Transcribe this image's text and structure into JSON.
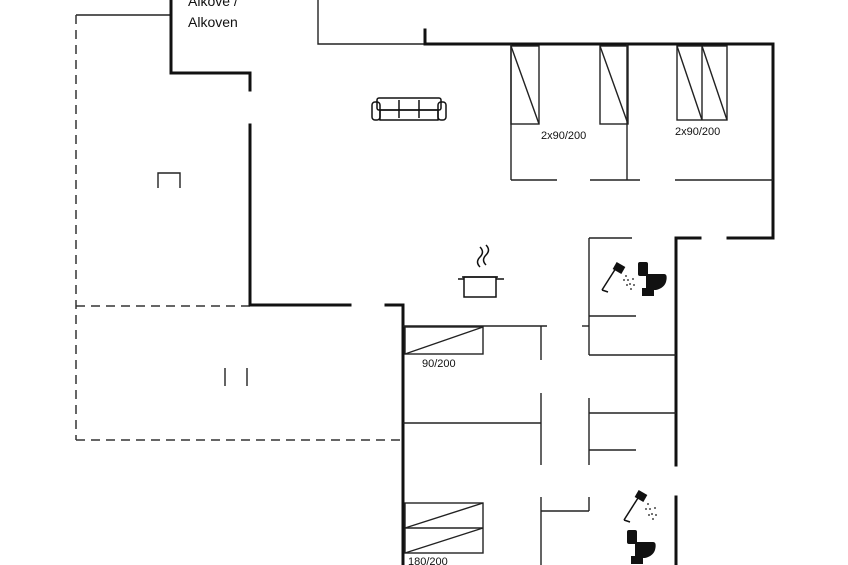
{
  "rooms": {
    "alcove_line1": "Alkove /",
    "alcove_line2": "Alkoven"
  },
  "beds": {
    "bed1": "2x90/200",
    "bed2": "2x90/200",
    "bed3": "90/200",
    "bed4": "180/200"
  },
  "icons": {
    "sofa": "sofa-icon",
    "cooking_pot": "cooking-pot-icon",
    "shower": "shower-icon",
    "toilet": "toilet-icon"
  },
  "colors": {
    "wall": "#111111",
    "background": "#ffffff"
  }
}
